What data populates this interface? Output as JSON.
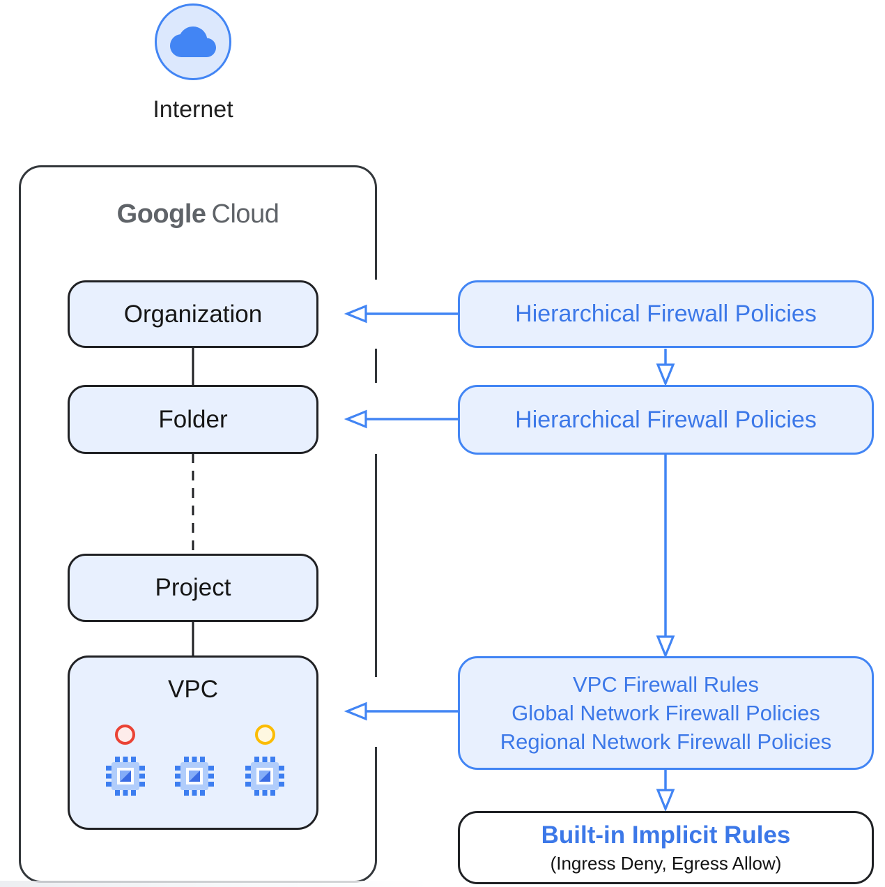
{
  "internet": {
    "label": "Internet"
  },
  "google_cloud": {
    "brand_primary": "Google",
    "brand_secondary": "Cloud"
  },
  "hierarchy": {
    "organization_label": "Organization",
    "folder_label": "Folder",
    "project_label": "Project",
    "vpc_label": "VPC"
  },
  "policies": {
    "org_policy_label": "Hierarchical Firewall Policies",
    "folder_policy_label": "Hierarchical Firewall Policies",
    "vpc_policy_lines": [
      "VPC Firewall Rules",
      "Global Network Firewall Policies",
      "Regional Network Firewall Policies"
    ],
    "builtin_title": "Built-in Implicit Rules",
    "builtin_subtitle": "(Ingress Deny, Egress Allow)"
  },
  "icons": {
    "internet_icon": "cloud-icon",
    "vpc_instance_icon": "vm-chip-icon",
    "vpc_status_icons": [
      "red-circle-icon",
      "yellow-circle-icon"
    ]
  },
  "colors": {
    "accent_blue": "#4285f4",
    "blue_text": "#3c78e8",
    "light_blue_fill": "#e8f0fe",
    "dark_border": "#202124",
    "logo_gray": "#5f6368",
    "red": "#ea4335",
    "red_fill": "#fdecea",
    "yellow": "#fbbc04",
    "yellow_fill": "#fef7e0"
  }
}
